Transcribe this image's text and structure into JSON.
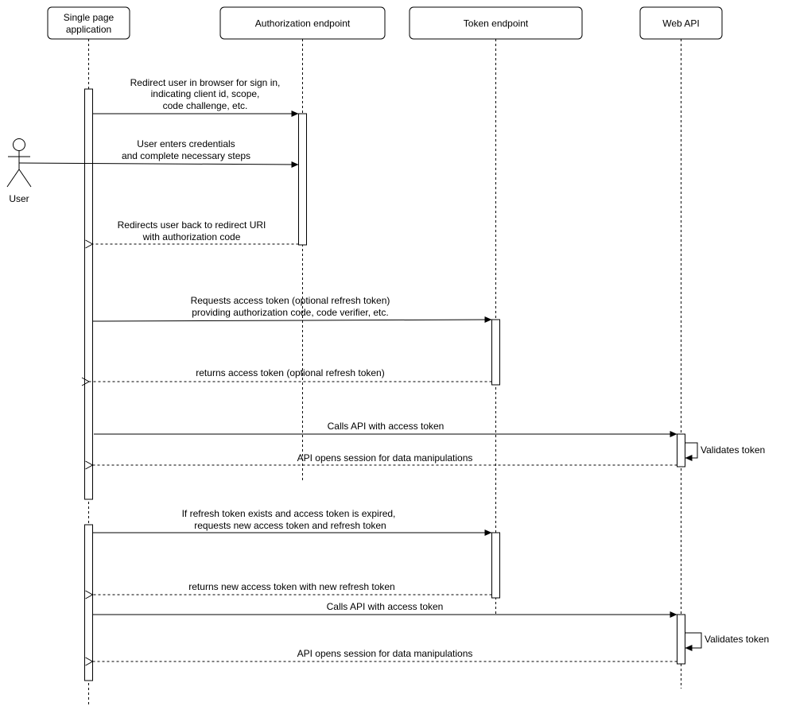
{
  "participants": {
    "spa": {
      "label_line1": "Single page",
      "label_line2": "application"
    },
    "auth": {
      "label": "Authorization endpoint"
    },
    "token": {
      "label": "Token endpoint"
    },
    "api": {
      "label": "Web API"
    }
  },
  "actor": {
    "label": "User"
  },
  "messages": {
    "m1": {
      "lines": [
        "Redirect user in browser for sign in,",
        "indicating client id, scope,",
        "code challenge, etc."
      ]
    },
    "m2": {
      "lines": [
        "User enters credentials",
        "and complete necessary steps"
      ]
    },
    "m3": {
      "lines": [
        "Redirects user back to redirect URI",
        "with authorization code"
      ]
    },
    "m4": {
      "lines": [
        "Requests access token (optional refresh token)",
        "providing authorization code, code verifier, etc."
      ]
    },
    "m5": {
      "lines": [
        "returns access token (optional refresh token)"
      ]
    },
    "m6": {
      "lines": [
        "Calls API with access token"
      ]
    },
    "m7": {
      "lines": [
        "Validates token"
      ]
    },
    "m8": {
      "lines": [
        "API opens session for data manipulations"
      ]
    },
    "m9": {
      "lines": [
        "If refresh token exists and access token is expired,",
        "requests new access token and refresh token"
      ]
    },
    "m10": {
      "lines": [
        "returns new access token with new refresh token"
      ]
    },
    "m11": {
      "lines": [
        "Calls API with access token"
      ]
    },
    "m12": {
      "lines": [
        "Validates token"
      ]
    },
    "m13": {
      "lines": [
        "API opens session for data manipulations"
      ]
    }
  },
  "colors": {
    "line": "#000000",
    "fill": "#ffffff"
  }
}
